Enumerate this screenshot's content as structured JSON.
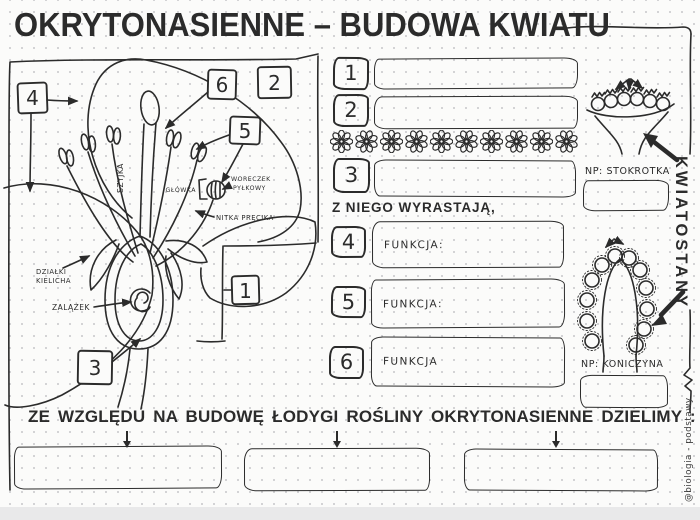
{
  "title": "OKRYTONASIENNE – BUDOWA KWIATU",
  "colors": {
    "ink": "#2b2b2b",
    "paper": "#fbfbfa",
    "dots": "#c9c9cc",
    "scan_edge": "#e9e9ea"
  },
  "flower": {
    "callouts": {
      "n1": "1",
      "n2": "2",
      "n3": "3",
      "n4": "4",
      "n5": "5",
      "n6": "6"
    },
    "labels": {
      "szyjka": "SZYJKA",
      "glowka": "GŁÓWKA",
      "woreczek_line1": "WORECZEK",
      "woreczek_line2": "PYŁKOWY",
      "nitka": "NITKA PRĘCIKA",
      "dzialki_line1": "DZIAŁKI",
      "dzialki_line2": "KIELICHA",
      "zalazek": "ZALĄŻEK"
    }
  },
  "answers": {
    "rows": [
      {
        "n": "1"
      },
      {
        "n": "2"
      },
      {
        "n": "3"
      }
    ],
    "grow_text": "Z NIEGO WYRASTAJĄ,",
    "functions": [
      {
        "n": "4",
        "label": "FUNKCJA:"
      },
      {
        "n": "5",
        "label": "FUNKCJA:"
      },
      {
        "n": "6",
        "label": "FUNKCJA"
      }
    ]
  },
  "flower_row": {
    "count": 10
  },
  "inflorescences": {
    "vertical_label": "KWIATOSTANY",
    "example1": "NP: STOKROTKA",
    "example2": "NP: KONICZYNA"
  },
  "bottom": {
    "question": "ZE WZGLĘDU NA BUDOWĘ ŁODYGI ROŚLINY OKRYTONASIENNE DZIELIMY :"
  },
  "signature": "@biologia - podstawy"
}
